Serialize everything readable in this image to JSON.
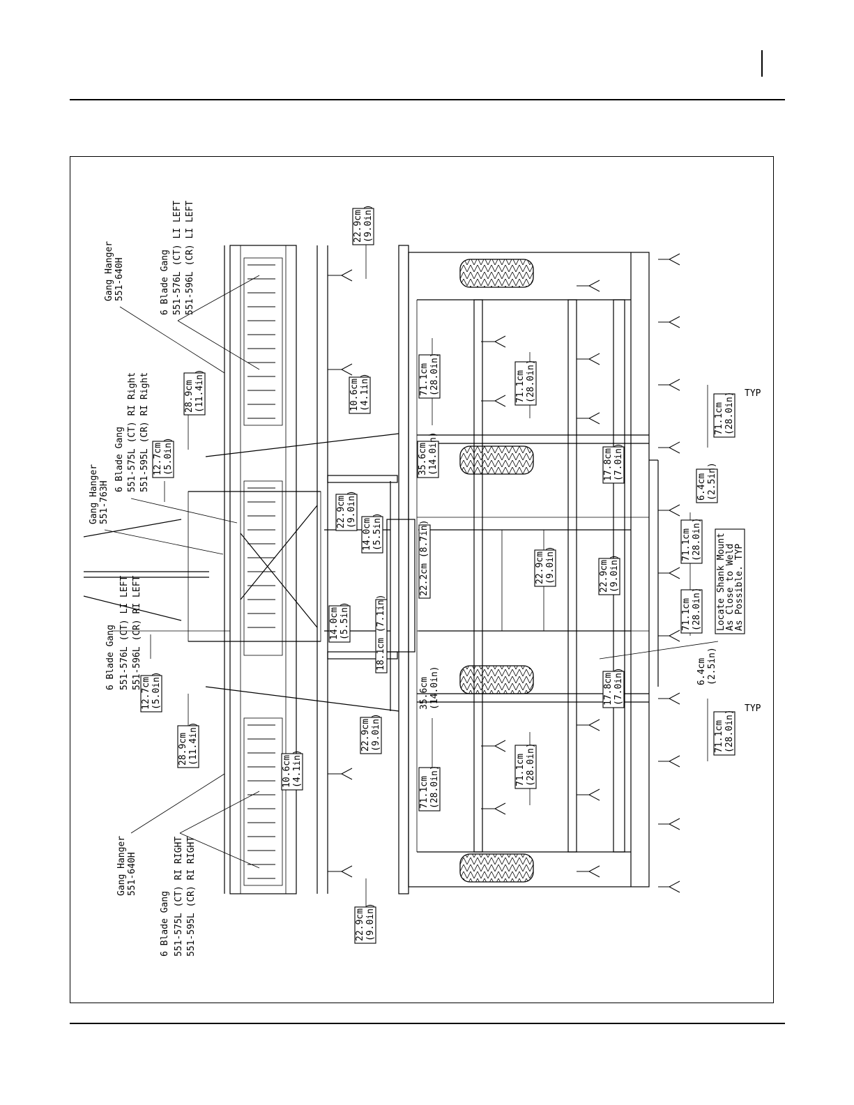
{
  "labels": {
    "gang_hanger_top": [
      "Gang Hanger",
      "551-640H"
    ],
    "gang_top_left": [
      "6 Blade Gang",
      "551-576L (CT) LI LEFT",
      "551-596L (CR) LI LEFT"
    ],
    "gang_top_right": [
      "6 Blade Gang",
      "551-575L (CT) RI Right",
      "551-595L (CR) RI Right"
    ],
    "gang_hanger_center": [
      "Gang Hanger",
      "551-763H"
    ],
    "gang_center_left": [
      "6 Blade Gang",
      "551-576L (CT) LI LEFT",
      "551-596L (CR) RI LEFT"
    ],
    "gang_hanger_bottom": [
      "Gang Hanger",
      "551-640H"
    ],
    "gang_bottom_right": [
      "6 Blade Gang",
      "551-575L (CT) RI RIGHT",
      "551-595L (CR) RI RIGHT"
    ],
    "shank_note": [
      "Locate Shank Mount",
      "As Close to Weld",
      "As Possible. TYP"
    ]
  },
  "dimensions": {
    "d_22_9_top": [
      "22.9cm",
      "(9.0in)"
    ],
    "d_28_9_top": [
      "28.9cm",
      "(11.4in)"
    ],
    "d_12_7_top": [
      "12.7cm",
      "(5.0in)"
    ],
    "d_10_6_top": [
      "10.6cm",
      "(4.1in)"
    ],
    "d_71_1_a": [
      "71.1cm",
      "(28.0in)"
    ],
    "d_71_1_b": [
      "71.1cm",
      "(28.0in)"
    ],
    "d_71_1_c": [
      "71.1cm",
      "(28.0in)"
    ],
    "d_35_6_top": [
      "35.6cm",
      "(14.0in)"
    ],
    "d_17_8_top": [
      "17.8cm",
      "(7.0in)"
    ],
    "d_6_4_top": [
      "6.4cm",
      "(2.5in)"
    ],
    "d_22_9_mid": [
      "22.9cm",
      "(9.0in)"
    ],
    "d_14_0_a": [
      "14.0cm",
      "(5.5in)"
    ],
    "d_22_2": [
      "22.2cm (8.7in)"
    ],
    "d_22_9_c1": [
      "22.9cm",
      "(9.0in)"
    ],
    "d_22_9_c2": [
      "22.9cm",
      "(9.0in)"
    ],
    "d_71_1_d": [
      "71.1cm",
      "(28.0in)"
    ],
    "d_71_1_e": [
      "71.1cm",
      "(28.0in)"
    ],
    "d_14_0_b": [
      "14.0cm",
      "(5.5in)"
    ],
    "d_18_1": [
      "18.1cm (7.1in)"
    ],
    "d_12_7_bot": [
      "12.7cm",
      "(5.0in)"
    ],
    "d_28_9_bot": [
      "28.9cm",
      "(11.4in)"
    ],
    "d_22_9_bm": [
      "22.9cm",
      "(9.0in)"
    ],
    "d_35_6_bot": [
      "35.6cm",
      "(14.0in)"
    ],
    "d_17_8_bot": [
      "17.8cm",
      "(7.0in)"
    ],
    "d_6_4_bot": [
      "6.4cm",
      "(2.5in)"
    ],
    "d_71_1_f": [
      "71.1cm",
      "(28.0in)"
    ],
    "d_10_6_bot": [
      "10.6cm",
      "(4.1in)"
    ],
    "d_71_1_g": [
      "71.1cm",
      "(28.0in)"
    ],
    "d_71_1_h": [
      "71.1cm",
      "(28.0in)"
    ],
    "d_22_9_bot": [
      "22.9cm",
      "(9.0in)"
    ],
    "typ_top": "TYP",
    "typ_bot": "TYP"
  }
}
